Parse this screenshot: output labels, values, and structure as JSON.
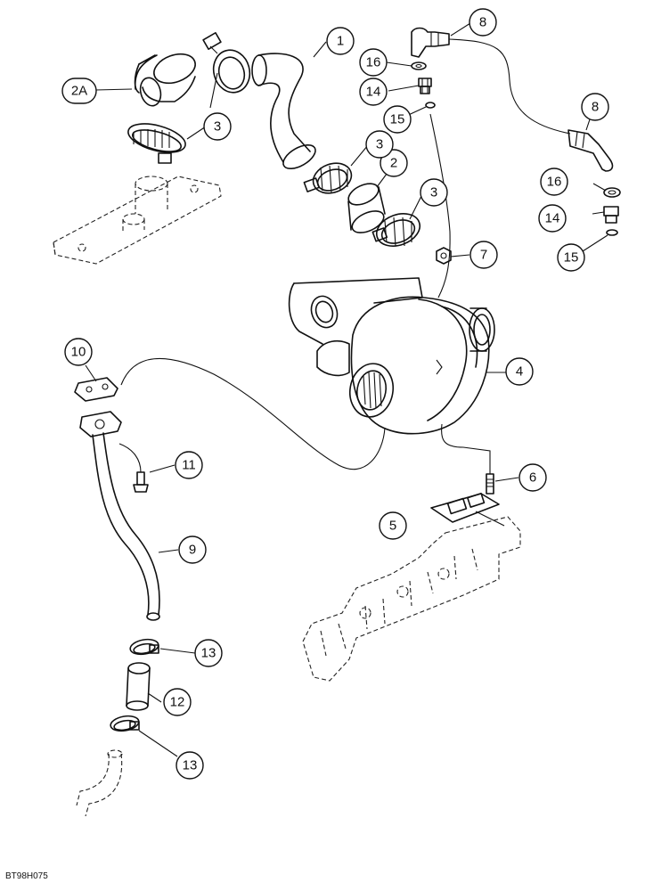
{
  "figure_code": "BT98H075",
  "callouts": {
    "c1": "1",
    "c2": "2",
    "c2a": "2A",
    "c3a": "3",
    "c3b": "3",
    "c3c": "3",
    "c4": "4",
    "c5": "5",
    "c6": "6",
    "c7": "7",
    "c8a": "8",
    "c8b": "8",
    "c9": "9",
    "c10": "10",
    "c11": "11",
    "c12": "12",
    "c13a": "13",
    "c13b": "13",
    "c14a": "14",
    "c14b": "14",
    "c15a": "15",
    "c15b": "15",
    "c16a": "16",
    "c16b": "16"
  }
}
